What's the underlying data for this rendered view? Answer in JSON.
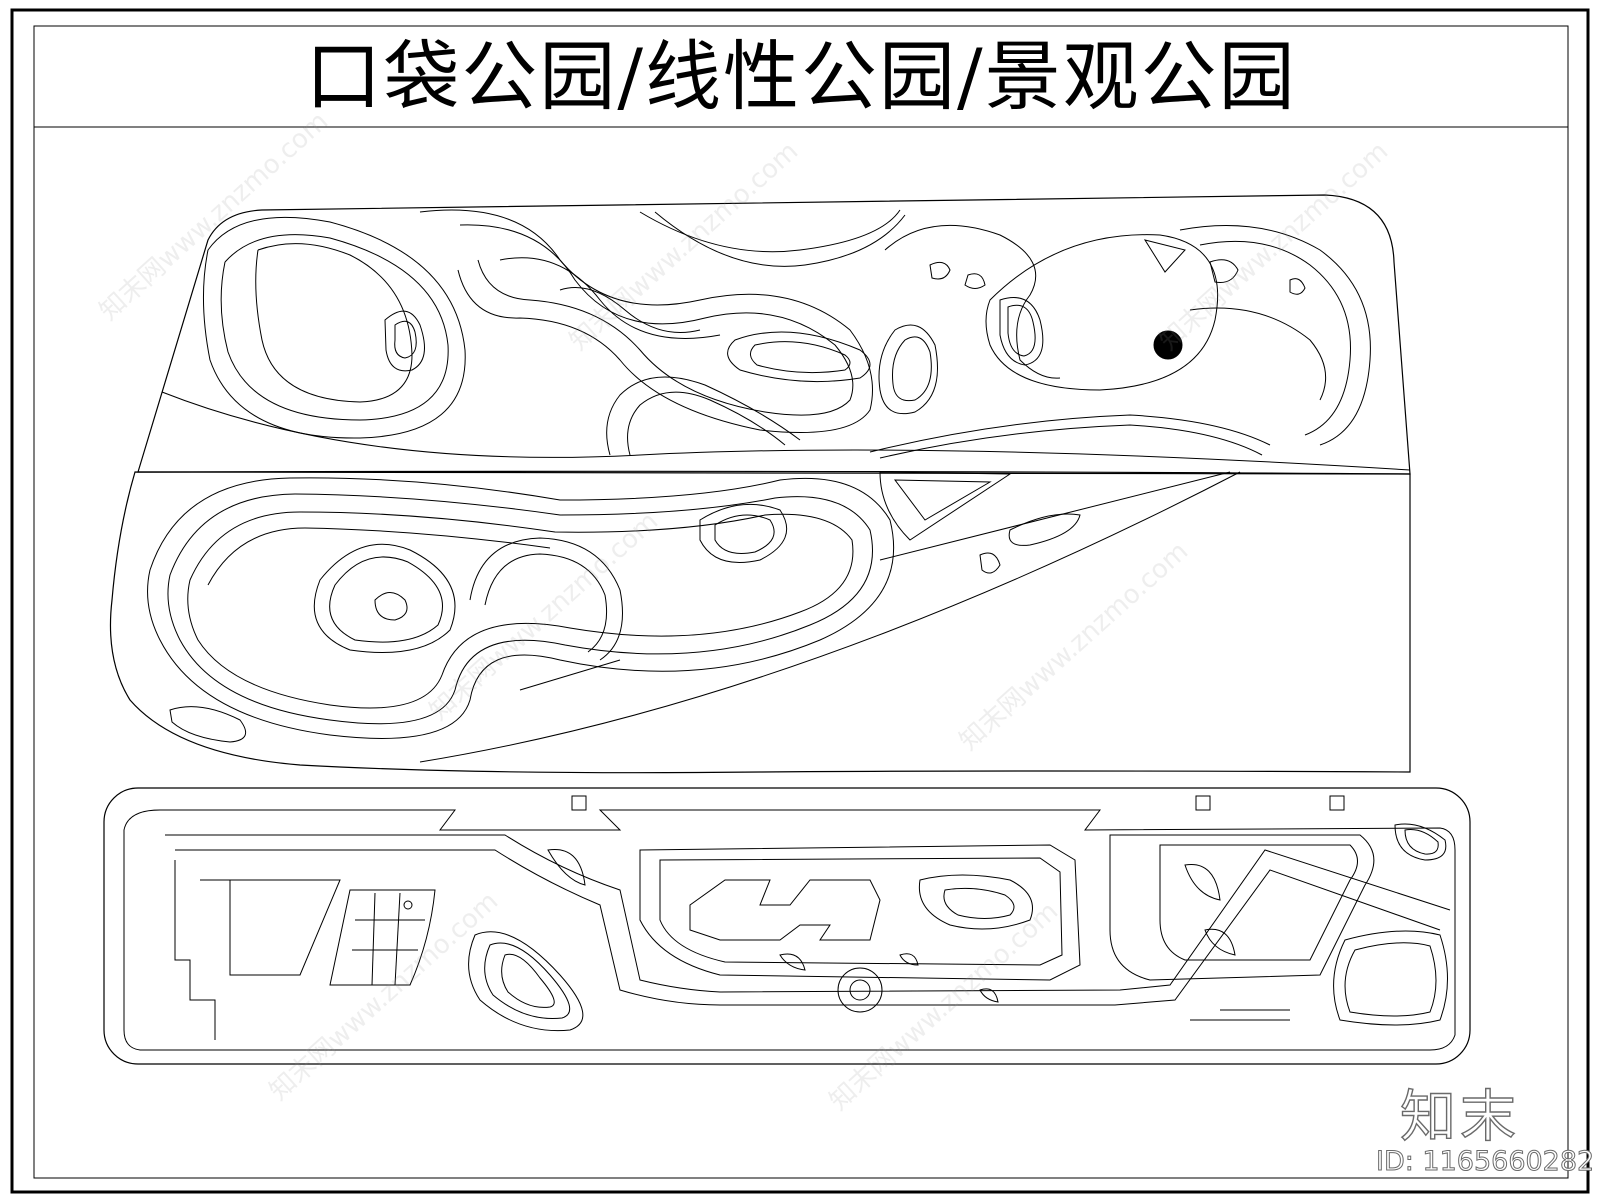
{
  "sheet": {
    "title": "口袋公园/线性公园/景观公园"
  },
  "watermark": {
    "brand_logo": "知末",
    "id_label": "ID: 1165660282",
    "repeat_text": "知末网www.znzmo.com"
  },
  "colors": {
    "line": "#000000",
    "watermark": "#9a9a9a",
    "background": "#ffffff"
  }
}
